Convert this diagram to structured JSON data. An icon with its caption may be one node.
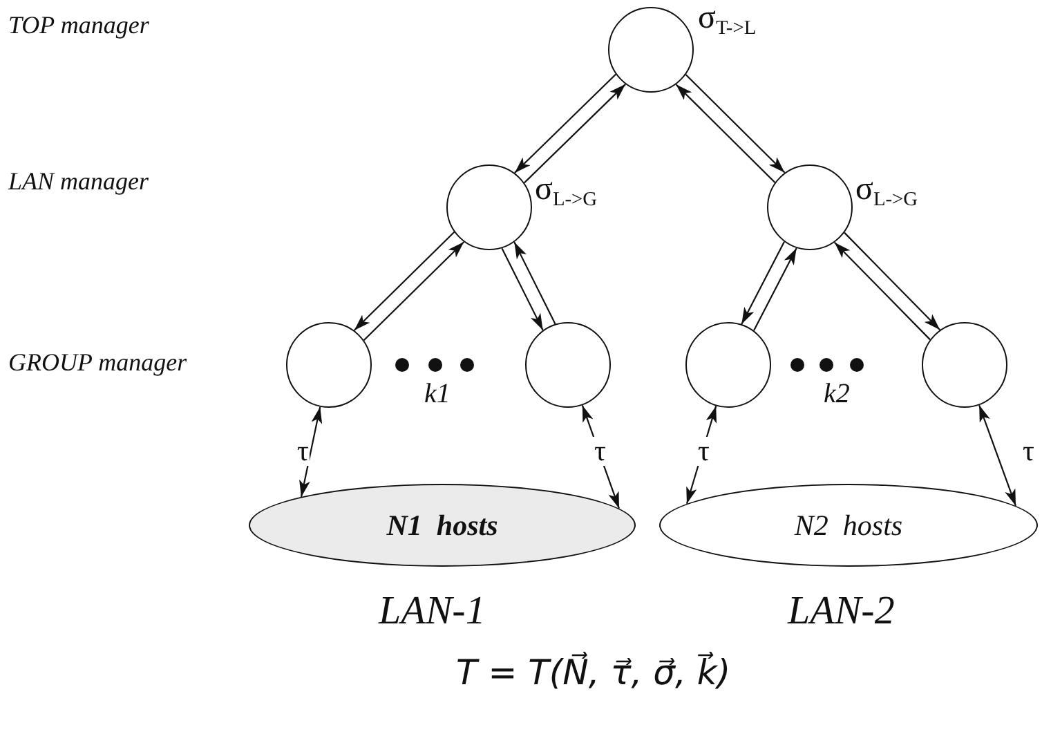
{
  "diagram": {
    "nodes": [
      {
        "text": [],
        "shape": "circle",
        "beside": [
          "σ$_{T->L}$"
        ]
      },
      {
        "text": [],
        "shape": "circle",
        "beside": [
          "σ$_{L->G}$"
        ]
      },
      {
        "text": [],
        "shape": "circle",
        "beside": [
          "σ$_{L->G}$"
        ]
      },
      {
        "text": [],
        "shape": "circle"
      },
      {
        "text": [],
        "shape": "circle"
      },
      {
        "text": [],
        "shape": "circle"
      },
      {
        "text": [],
        "shape": "circle"
      },
      {
        "text": [
          "N1  hosts"
        ],
        "beside": [
          "LAN-1"
        ]
      },
      {
        "text": [
          "N2  hosts"
        ],
        "beside": [
          "LAN-2"
        ]
      }
    ],
    "edges": [
      {
        "from": 0,
        "to": 1,
        "arrow": "to"
      },
      {
        "from": 1,
        "to": 0,
        "arrow": "to"
      },
      {
        "from": 0,
        "to": 2,
        "arrow": "to"
      },
      {
        "from": 2,
        "to": 0,
        "arrow": "to"
      },
      {
        "from": 1,
        "to": 3,
        "arrow": "to"
      },
      {
        "from": 3,
        "to": 1,
        "arrow": "to"
      },
      {
        "from": 1,
        "to": 4,
        "arrow": "to"
      },
      {
        "from": 4,
        "to": 1,
        "arrow": "to"
      },
      {
        "from": 2,
        "to": 5,
        "arrow": "to"
      },
      {
        "from": 5,
        "to": 2,
        "arrow": "to"
      },
      {
        "from": 2,
        "to": 6,
        "arrow": "to"
      },
      {
        "from": 6,
        "to": 2,
        "arrow": "to"
      },
      {
        "from": 3,
        "to": 7,
        "arrow": "both",
        "label": "τ"
      },
      {
        "from": 4,
        "to": 7,
        "arrow": "both",
        "label": "τ"
      },
      {
        "from": 5,
        "to": 8,
        "arrow": "both",
        "label": "τ"
      },
      {
        "from": 6,
        "to": 8,
        "arrow": "both",
        "label": "τ"
      }
    ],
    "labels": [
      "TOP manager",
      "LAN manager",
      "GROUP manager",
      "k1",
      "k2",
      "T = T(N⃗, τ⃗, σ⃗, k⃗)"
    ]
  }
}
